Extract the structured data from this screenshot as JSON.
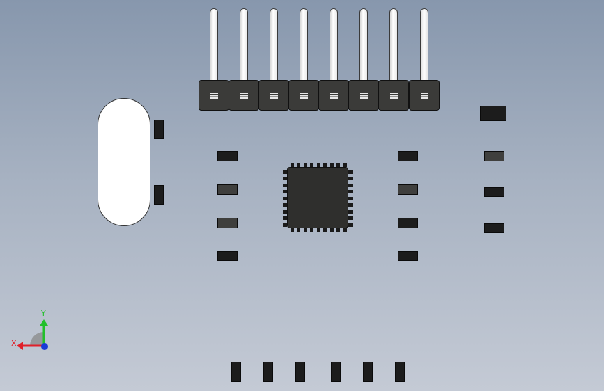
{
  "viewport": {
    "background_top": "#8797ad",
    "background_bottom": "#c4cad5"
  },
  "triad": {
    "x_label": "X",
    "y_label": "Y",
    "x_color": "#e0202a",
    "y_color": "#22c02a",
    "z_color": "#1a3ad6"
  },
  "header": {
    "pin_count": 8
  },
  "chip": {
    "pins_per_side": 9
  }
}
